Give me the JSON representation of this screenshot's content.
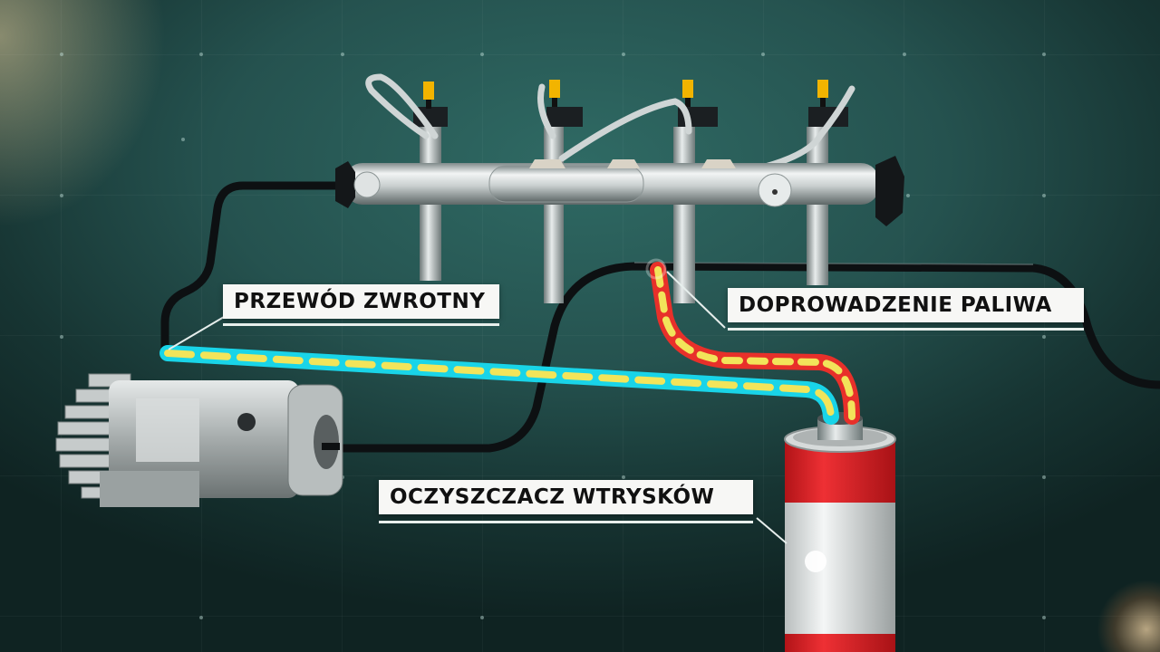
{
  "diagram": {
    "subject": "diesel common-rail fuel system with injector cleaner",
    "labels": {
      "return_line": "PRZEWÓD ZWROTNY",
      "fuel_supply": "DOPROWADZENIE PALIWA",
      "injector_cleaner": "OCZYSZCZACZ WTRYSKÓW"
    },
    "components": [
      {
        "id": "fuel-rail",
        "name": "common rail with 4 injectors"
      },
      {
        "id": "high-pressure-pump",
        "name": "fuel pump"
      },
      {
        "id": "cleaner-canister",
        "name": "injector cleaner canister"
      }
    ],
    "flows": [
      {
        "id": "return",
        "color": "#19d4e8",
        "dash_color": "#f2e45a",
        "from": "pump",
        "to": "cleaner-canister"
      },
      {
        "id": "supply",
        "color": "#e8302a",
        "dash_color": "#f2e45a",
        "from": "cleaner-canister",
        "to": "supply-line"
      }
    ],
    "colors": {
      "background": "#25524f",
      "hose": "#111417",
      "canister_red": "#e2262a",
      "canister_silver": "#d9dcdc",
      "injector_cap": "#f2b400"
    }
  }
}
